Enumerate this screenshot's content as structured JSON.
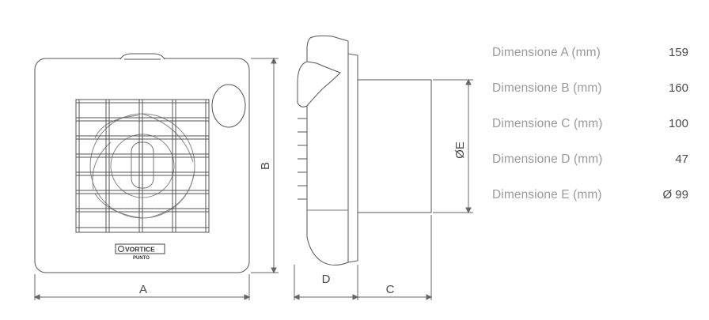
{
  "diagram_labels": {
    "a": "A",
    "b": "B",
    "c": "C",
    "d": "D",
    "e": "ØE"
  },
  "product": {
    "brand": "VORTICE",
    "model": "PUNTO"
  },
  "dimensions": [
    {
      "label": "Dimensione A (mm)",
      "value": "159"
    },
    {
      "label": "Dimensione B (mm)",
      "value": "160"
    },
    {
      "label": "Dimensione C (mm)",
      "value": "100"
    },
    {
      "label": "Dimensione D (mm)",
      "value": "47"
    },
    {
      "label": "Dimensione E (mm)",
      "value": "Ø 99"
    }
  ]
}
